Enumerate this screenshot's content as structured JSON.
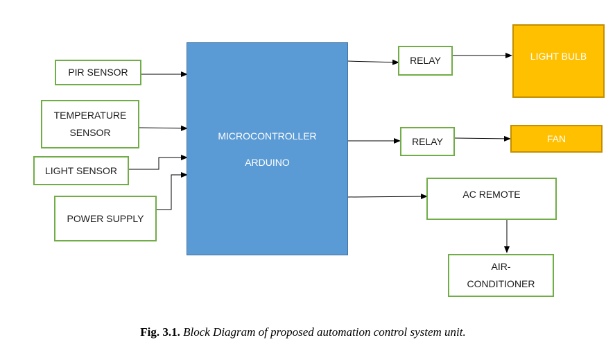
{
  "inputs": {
    "pir": "PIR SENSOR",
    "temperature_line1": "TEMPERATURE",
    "temperature_line2": "SENSOR",
    "light": "LIGHT SENSOR",
    "power": "POWER SUPPLY"
  },
  "controller": {
    "line1": "MICROCONTROLLER",
    "line2": "ARDUINO"
  },
  "outputs": {
    "relay1": "RELAY",
    "relay2": "RELAY",
    "light_bulb": "LIGHT BULB",
    "fan": "FAN",
    "ac_remote": "AC REMOTE",
    "air_conditioner_line1": "AIR-",
    "air_conditioner_line2": "CONDITIONER"
  },
  "caption": {
    "label": "Fig. 3.1.",
    "text": "Block Diagram of proposed automation control system unit."
  },
  "colors": {
    "input_border": "#70ad47",
    "controller_fill": "#5b9bd5",
    "actuator_fill": "#ffc000",
    "arrow": "#000000"
  }
}
